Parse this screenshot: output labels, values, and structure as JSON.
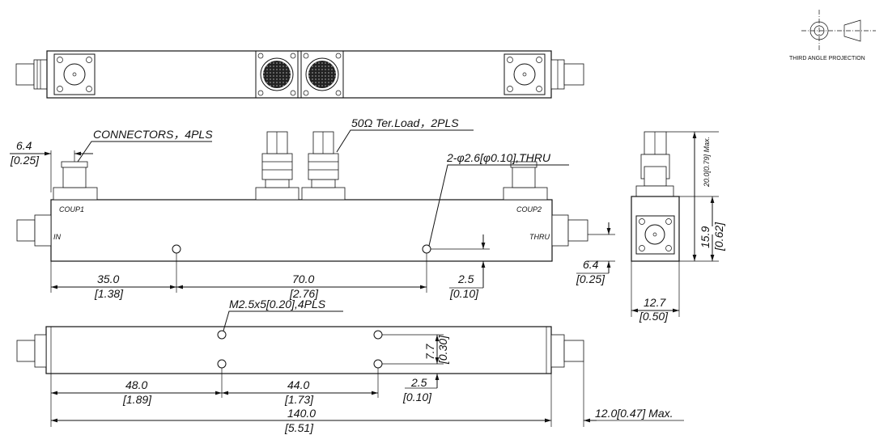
{
  "projection": {
    "label": "THIRD ANGLE PROJECTION"
  },
  "notes": {
    "connectors": "CONNECTORS，4PLS",
    "ter_load": "50Ω Ter.Load，2PLS",
    "thru_holes": "2-φ2.6[φ0.10],THRU",
    "mount_holes": "M2.5x5[0.20],4PLS"
  },
  "port_labels": {
    "coup1": "COUP1",
    "coup2": "COUP2",
    "in": "IN",
    "thru": "THRU"
  },
  "dimensions": {
    "front_left_offset": {
      "mm": "6.4",
      "inch": "[0.25]"
    },
    "front_hole_1": {
      "mm": "35.0",
      "inch": "[1.38]"
    },
    "front_hole_spacing": {
      "mm": "70.0",
      "inch": "[2.76]"
    },
    "front_hole_height": {
      "mm": "2.5",
      "inch": "[0.10]"
    },
    "side_height_max": {
      "text": "20.0[0.79] Max."
    },
    "side_body_height": {
      "mm": "15.9",
      "inch": "[0.62]"
    },
    "side_connector_height": {
      "mm": "6.4",
      "inch": "[0.25]"
    },
    "side_width": {
      "mm": "12.7",
      "inch": "[0.50]"
    },
    "bottom_hole_1": {
      "mm": "48.0",
      "inch": "[1.89]"
    },
    "bottom_hole_spacing": {
      "mm": "44.0",
      "inch": "[1.73]"
    },
    "bottom_hole_offset": {
      "mm": "2.5",
      "inch": "[0.10]"
    },
    "bottom_hole_row": {
      "mm": "7.7",
      "inch": "[0.30]"
    },
    "overall_length": {
      "mm": "140.0",
      "inch": "[5.51]"
    },
    "connector_length_max": {
      "text": "12.0[0.47] Max."
    }
  }
}
